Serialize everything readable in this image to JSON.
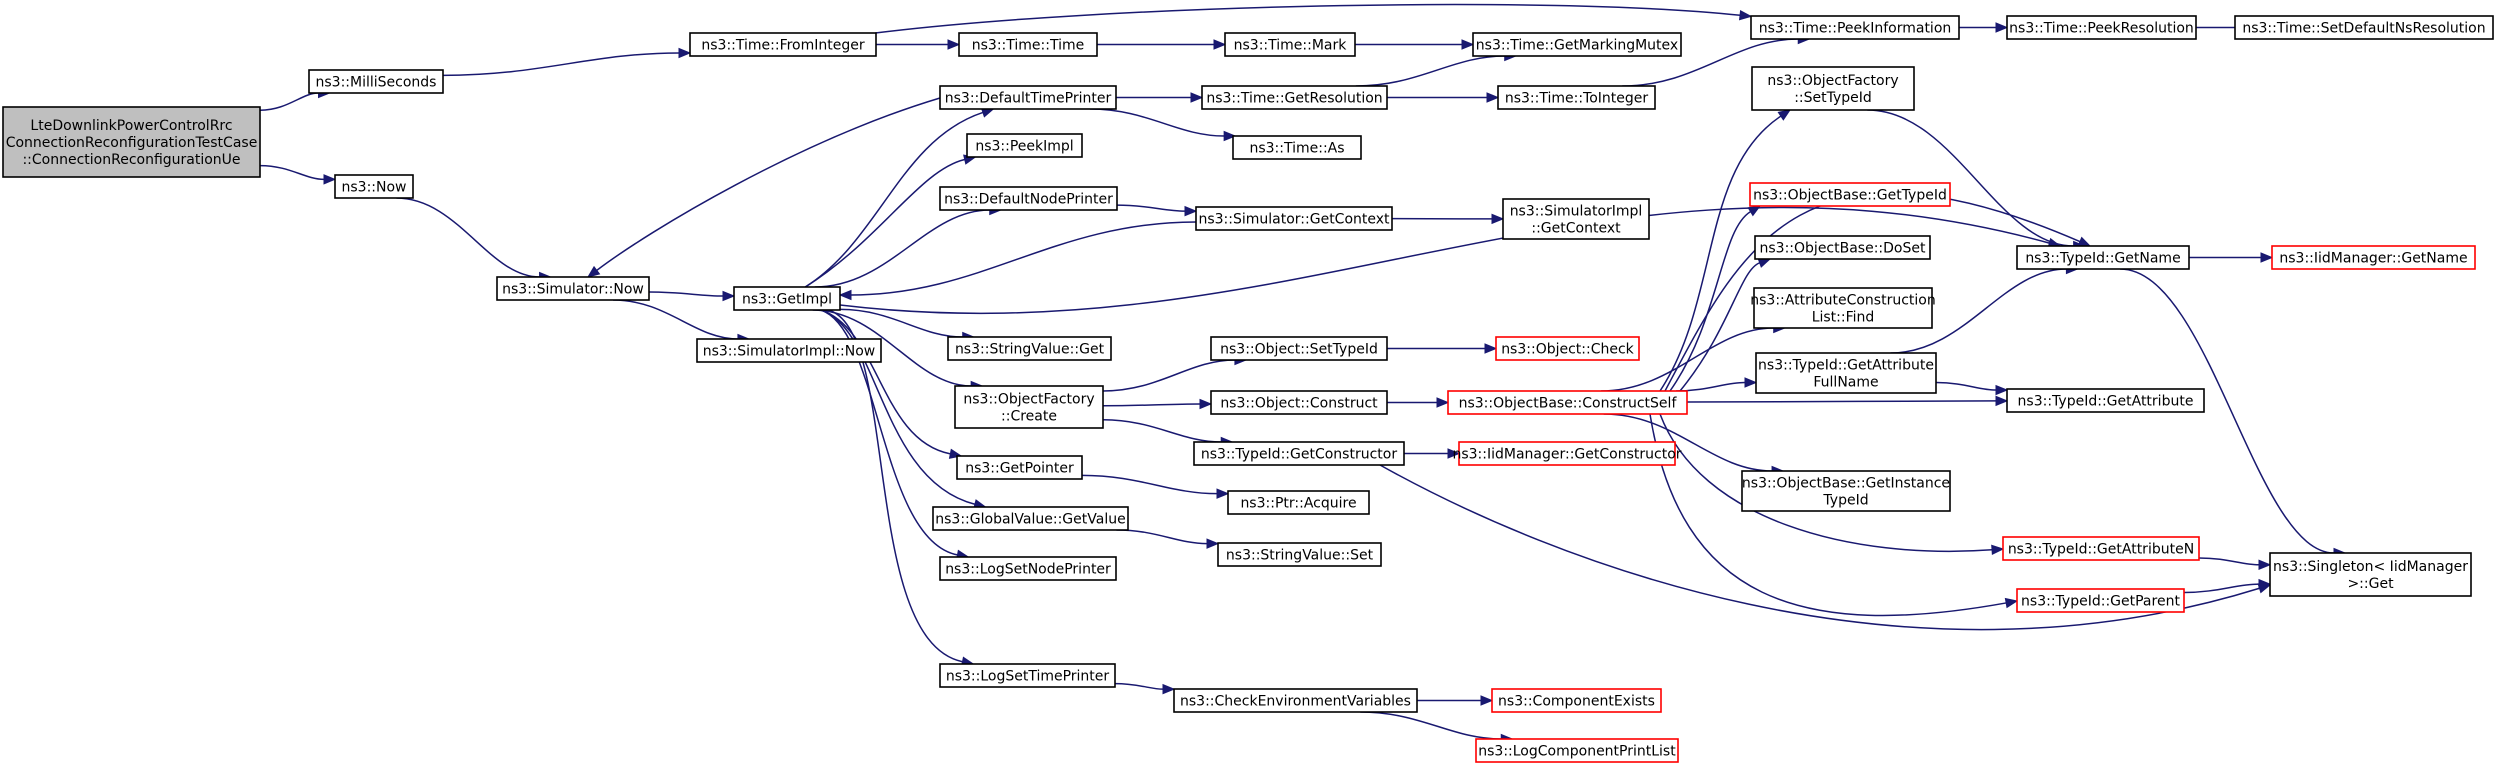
{
  "graph": {
    "root": [
      "LteDownlinkPowerControlRrc",
      "ConnectionReconfigurationTestCase",
      "::ConnectionReconfigurationUe"
    ],
    "nodes": {
      "root": [
        "LteDownlinkPowerControlRrc",
        "ConnectionReconfigurationTestCase",
        "::ConnectionReconfigurationUe"
      ],
      "milliseconds": [
        "ns3::MilliSeconds"
      ],
      "now": [
        "ns3::Now"
      ],
      "sim_now": [
        "ns3::Simulator::Now"
      ],
      "getimpl": [
        "ns3::GetImpl"
      ],
      "simimpl_now": [
        "ns3::SimulatorImpl::Now"
      ],
      "fromint": [
        "ns3::Time::FromInteger"
      ],
      "time_time": [
        "ns3::Time::Time"
      ],
      "mark": [
        "ns3::Time::Mark"
      ],
      "getmarkingmutex": [
        "ns3::Time::GetMarkingMutex"
      ],
      "peekinfo": [
        "ns3::Time::PeekInformation"
      ],
      "peekres": [
        "ns3::Time::PeekResolution"
      ],
      "setdefaultns": [
        "ns3::Time::SetDefaultNsResolution"
      ],
      "deftimeprinter": [
        "ns3::DefaultTimePrinter"
      ],
      "getres": [
        "ns3::Time::GetResolution"
      ],
      "tointeger": [
        "ns3::Time::ToInteger"
      ],
      "time_as": [
        "ns3::Time::As"
      ],
      "peekimpl": [
        "ns3::PeekImpl"
      ],
      "defnodeprinter": [
        "ns3::DefaultNodePrinter"
      ],
      "sim_getcontext": [
        "ns3::Simulator::GetContext"
      ],
      "simimpl_getcontext": [
        "ns3::SimulatorImpl",
        "::GetContext"
      ],
      "stringvalue_get": [
        "ns3::StringValue::Get"
      ],
      "objfactory_create": [
        "ns3::ObjectFactory",
        "::Create"
      ],
      "getpointer": [
        "ns3::GetPointer"
      ],
      "gv_getvalue": [
        "ns3::GlobalValue::GetValue"
      ],
      "logsetnodeprinter": [
        "ns3::LogSetNodePrinter"
      ],
      "logsettimeprinter": [
        "ns3::LogSetTimePrinter"
      ],
      "obj_settypeid": [
        "ns3::Object::SetTypeId"
      ],
      "obj_construct": [
        "ns3::Object::Construct"
      ],
      "typeid_getconstructor": [
        "ns3::TypeId::GetConstructor"
      ],
      "ptr_acquire": [
        "ns3::Ptr::Acquire"
      ],
      "stringvalue_set": [
        "ns3::StringValue::Set"
      ],
      "checkenv": [
        "ns3::CheckEnvironmentVariables"
      ],
      "obj_check": [
        "ns3::Object::Check"
      ],
      "objbase_constructself": [
        "ns3::ObjectBase::ConstructSelf"
      ],
      "iid_getconstructor": [
        "ns3::IidManager::GetConstructor"
      ],
      "compexists": [
        "ns3::ComponentExists"
      ],
      "logcompprintlist": [
        "ns3::LogComponentPrintList"
      ],
      "objfactory_settypeid": [
        "ns3::ObjectFactory",
        "::SetTypeId"
      ],
      "objbase_gettypeid": [
        "ns3::ObjectBase::GetTypeId"
      ],
      "objbase_doset": [
        "ns3::ObjectBase::DoSet"
      ],
      "attrconstr_find": [
        "ns3::AttributeConstruction",
        "List::Find"
      ],
      "typeid_getattrfullname": [
        "ns3::TypeId::GetAttribute",
        "FullName"
      ],
      "objbase_getinstancetypeid": [
        "ns3::ObjectBase::GetInstance",
        "TypeId"
      ],
      "typeid_getattributen": [
        "ns3::TypeId::GetAttributeN"
      ],
      "typeid_getparent": [
        "ns3::TypeId::GetParent"
      ],
      "typeid_getname": [
        "ns3::TypeId::GetName"
      ],
      "iid_getname": [
        "ns3::IidManager::GetName"
      ],
      "typeid_getattribute": [
        "ns3::TypeId::GetAttribute"
      ],
      "singleton_get": [
        "ns3::Singleton< IidManager",
        ">::Get"
      ]
    }
  },
  "colors": {
    "edge": "#191970",
    "truncated_border": "#ff0000",
    "root_fill": "#bfbfbf"
  }
}
